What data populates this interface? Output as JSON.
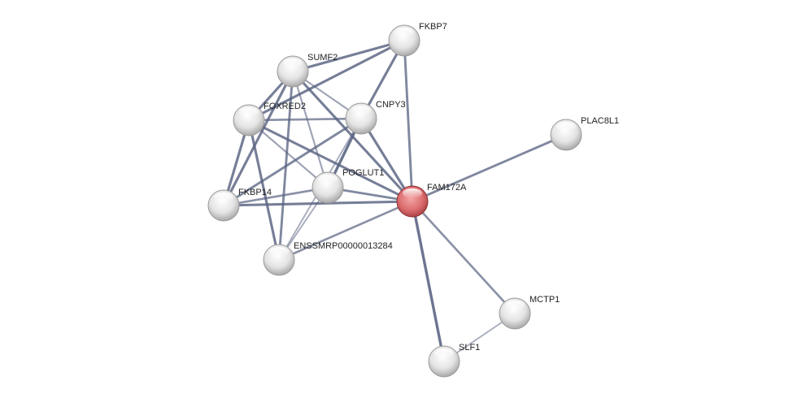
{
  "network": {
    "query_color": "#d9565a",
    "node_color": "#e6e6e6",
    "edge_color": "#5a6482",
    "nodes": [
      {
        "id": "FKBP7",
        "label": "FKBP7",
        "query": false
      },
      {
        "id": "SUMF2",
        "label": "SUMF2",
        "query": false
      },
      {
        "id": "FOXRED2",
        "label": "FOXRED2",
        "query": false
      },
      {
        "id": "CNPY3",
        "label": "CNPY3",
        "query": false
      },
      {
        "id": "PLAC8L1",
        "label": "PLAC8L1",
        "query": false
      },
      {
        "id": "POGLUT1",
        "label": "POGLUT1",
        "query": false
      },
      {
        "id": "FAM172A",
        "label": "FAM172A",
        "query": true
      },
      {
        "id": "FKBP14",
        "label": "FKBP14",
        "query": false
      },
      {
        "id": "ENSSMRP00000013284",
        "label": "ENSSMRP00000013284",
        "query": false
      },
      {
        "id": "MCTP1",
        "label": "MCTP1",
        "query": false
      },
      {
        "id": "SLF1",
        "label": "SLF1",
        "query": false
      }
    ],
    "edges": [
      {
        "a": "SUMF2",
        "b": "FKBP7",
        "w": 0.8
      },
      {
        "a": "FOXRED2",
        "b": "FKBP7",
        "w": 0.8
      },
      {
        "a": "CNPY3",
        "b": "FKBP7",
        "w": 0.8
      },
      {
        "a": "FKBP7",
        "b": "FAM172A",
        "w": 0.7
      },
      {
        "a": "SUMF2",
        "b": "FOXRED2",
        "w": 0.8
      },
      {
        "a": "SUMF2",
        "b": "CNPY3",
        "w": 0.4
      },
      {
        "a": "SUMF2",
        "b": "FAM172A",
        "w": 0.8
      },
      {
        "a": "SUMF2",
        "b": "FKBP14",
        "w": 0.8
      },
      {
        "a": "SUMF2",
        "b": "ENSSMRP00000013284",
        "w": 0.7
      },
      {
        "a": "SUMF2",
        "b": "POGLUT1",
        "w": 0.4
      },
      {
        "a": "FOXRED2",
        "b": "CNPY3",
        "w": 0.6
      },
      {
        "a": "FOXRED2",
        "b": "FAM172A",
        "w": 0.8
      },
      {
        "a": "FOXRED2",
        "b": "POGLUT1",
        "w": 0.4
      },
      {
        "a": "FOXRED2",
        "b": "FKBP14",
        "w": 0.8
      },
      {
        "a": "FOXRED2",
        "b": "ENSSMRP00000013284",
        "w": 0.8
      },
      {
        "a": "CNPY3",
        "b": "FKBP14",
        "w": 0.7
      },
      {
        "a": "CNPY3",
        "b": "POGLUT1",
        "w": 0.9
      },
      {
        "a": "CNPY3",
        "b": "FAM172A",
        "w": 0.8
      },
      {
        "a": "CNPY3",
        "b": "ENSSMRP00000013284",
        "w": 0.3
      },
      {
        "a": "POGLUT1",
        "b": "FAM172A",
        "w": 0.7
      },
      {
        "a": "POGLUT1",
        "b": "FKBP14",
        "w": 0.6
      },
      {
        "a": "POGLUT1",
        "b": "ENSSMRP00000013284",
        "w": 0.3
      },
      {
        "a": "FKBP14",
        "b": "FAM172A",
        "w": 0.8
      },
      {
        "a": "ENSSMRP00000013284",
        "b": "FAM172A",
        "w": 0.6
      },
      {
        "a": "FAM172A",
        "b": "PLAC8L1",
        "w": 0.7
      },
      {
        "a": "FAM172A",
        "b": "MCTP1",
        "w": 0.6
      },
      {
        "a": "FAM172A",
        "b": "SLF1",
        "w": 0.9
      },
      {
        "a": "MCTP1",
        "b": "SLF1",
        "w": 0.3
      }
    ]
  }
}
